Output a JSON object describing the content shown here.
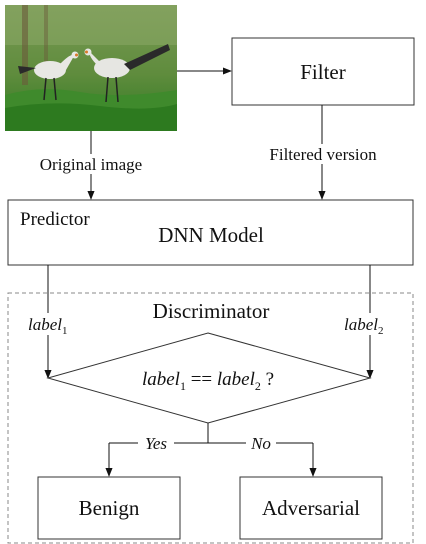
{
  "nodes": {
    "filter": "Filter",
    "predictor": "Predictor",
    "model": "DNN Model",
    "discriminator": "Discriminator",
    "benign": "Benign",
    "adversarial": "Adversarial"
  },
  "edges": {
    "original_image": "Original image",
    "filtered_version": "Filtered version",
    "yes": "Yes",
    "no": "No"
  },
  "labels": {
    "label_base": "label",
    "sub_1": "1",
    "sub_2": "2",
    "comparison_op": " == ",
    "question": " ?"
  },
  "image": {
    "subject": "two secretary birds on grass",
    "colors": {
      "sky": "#6f9455",
      "grass": "#3f8a2c",
      "bird": "#e8e8e4",
      "wing": "#2a2a2a"
    }
  }
}
